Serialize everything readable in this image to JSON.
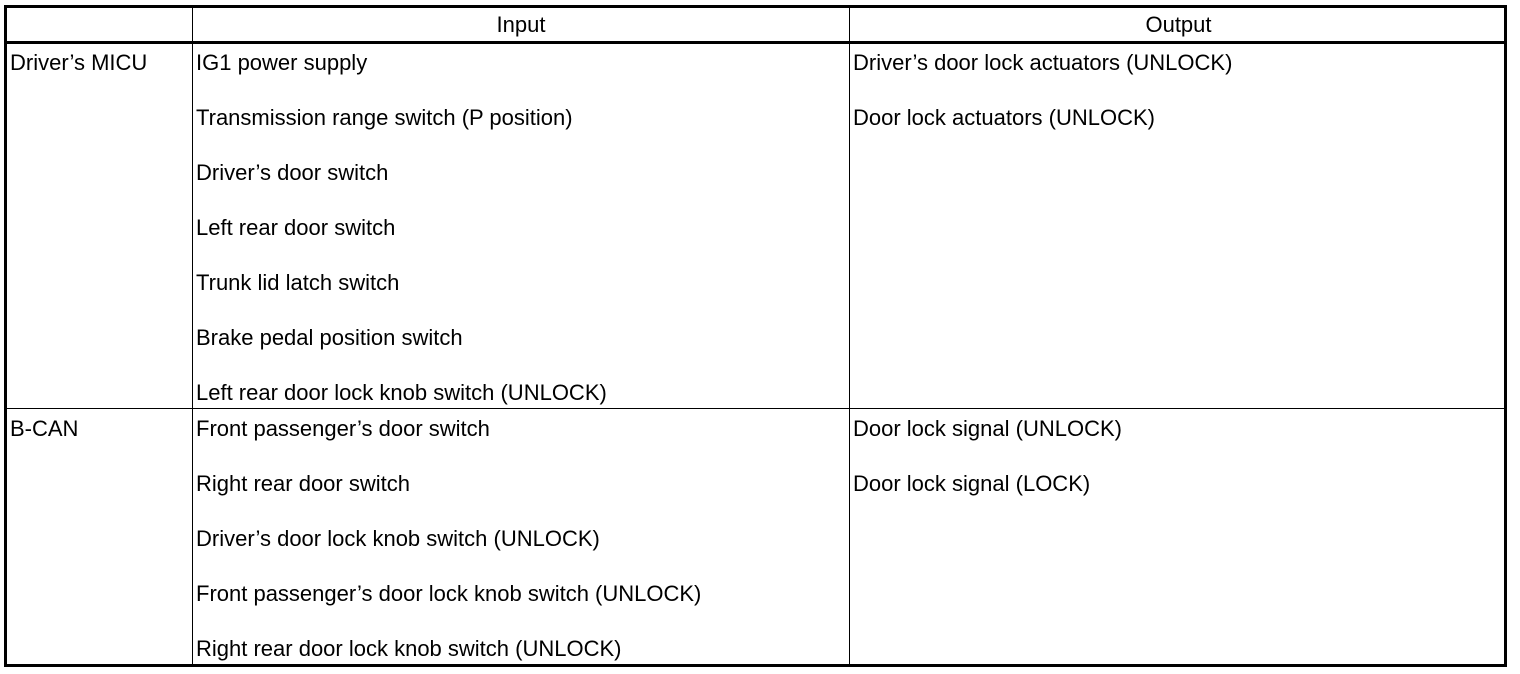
{
  "table": {
    "headers": {
      "corner": "",
      "input": "Input",
      "output": "Output"
    },
    "rows": [
      {
        "source": "Driver’s MICU",
        "inputs": [
          "IG1 power supply",
          "Transmission range switch (P position)",
          "Driver’s door switch",
          "Left rear door switch",
          "Trunk lid latch switch",
          "Brake pedal position switch",
          "Left rear door lock knob switch (UNLOCK)"
        ],
        "outputs": [
          "Driver’s door lock actuators (UNLOCK)",
          "Door lock actuators (UNLOCK)"
        ]
      },
      {
        "source": "B-CAN",
        "inputs": [
          "Front passenger’s door switch",
          "Right rear door switch",
          "Driver’s door lock knob switch (UNLOCK)",
          "Front passenger’s door lock knob switch (UNLOCK)",
          "Right rear door lock knob switch (UNLOCK)"
        ],
        "outputs": [
          "Door lock signal (UNLOCK)",
          "Door lock signal (LOCK)"
        ]
      }
    ]
  }
}
